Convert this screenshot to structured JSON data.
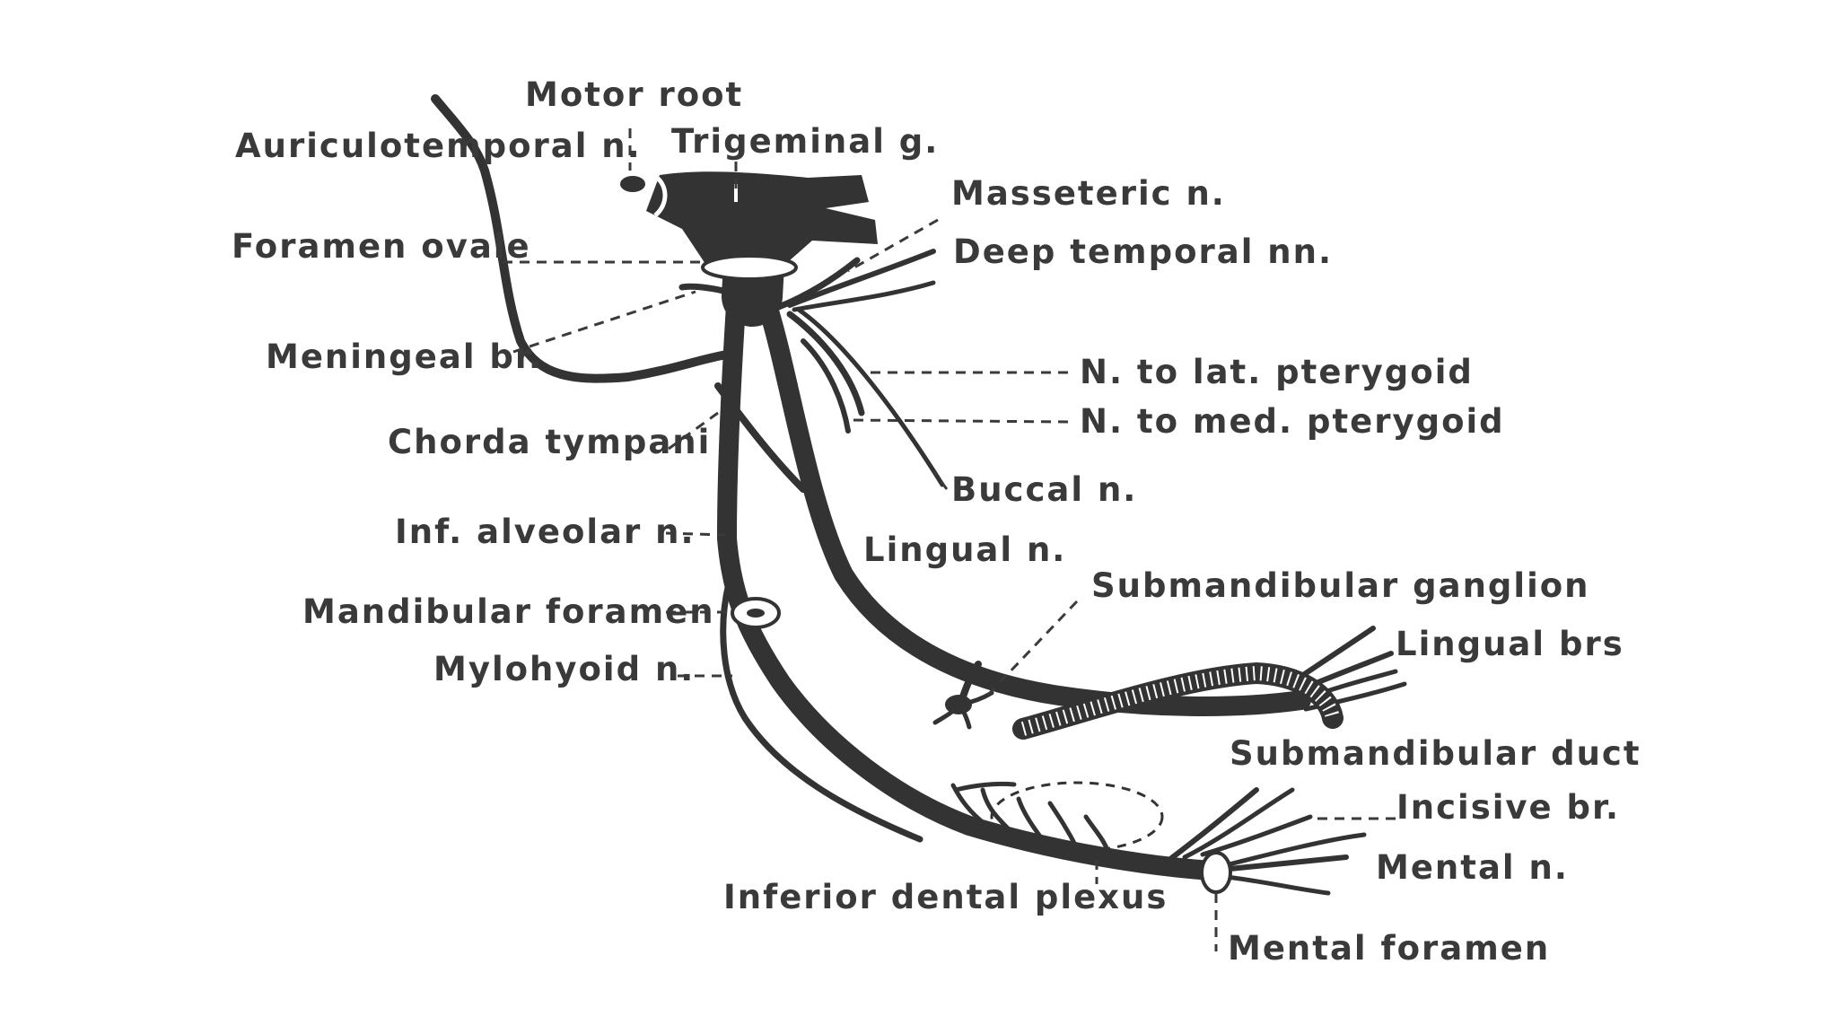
{
  "labels": {
    "motor_root": "Motor root",
    "auriculotemporal": "Auriculotemporal n.",
    "trigeminal": "Trigeminal g.",
    "masseteric": "Masseteric n.",
    "foramen_ovale": "Foramen ovale",
    "deep_temporal": "Deep temporal nn.",
    "meningeal": "Meningeal br.",
    "n_lat_pterygoid": "N. to lat. pterygoid",
    "n_med_pterygoid": "N. to med. pterygoid",
    "chorda_tympani": "Chorda tympani",
    "buccal": "Buccal n.",
    "inf_alveolar": "Inf. alveolar n.",
    "lingual": "Lingual n.",
    "submandibular_ganglion": "Submandibular ganglion",
    "mandibular_foramen": "Mandibular foramen",
    "lingual_brs": "Lingual brs",
    "mylohyoid": "Mylohyoid n.",
    "submandibular_duct": "Submandibular duct",
    "incisive": "Incisive br.",
    "mental": "Mental n.",
    "inferior_dental_plexus": "Inferior dental plexus",
    "mental_foramen": "Mental foramen"
  },
  "colors": {
    "nerve": "#333333",
    "label": "#3a3a3a",
    "background": "#ffffff"
  }
}
